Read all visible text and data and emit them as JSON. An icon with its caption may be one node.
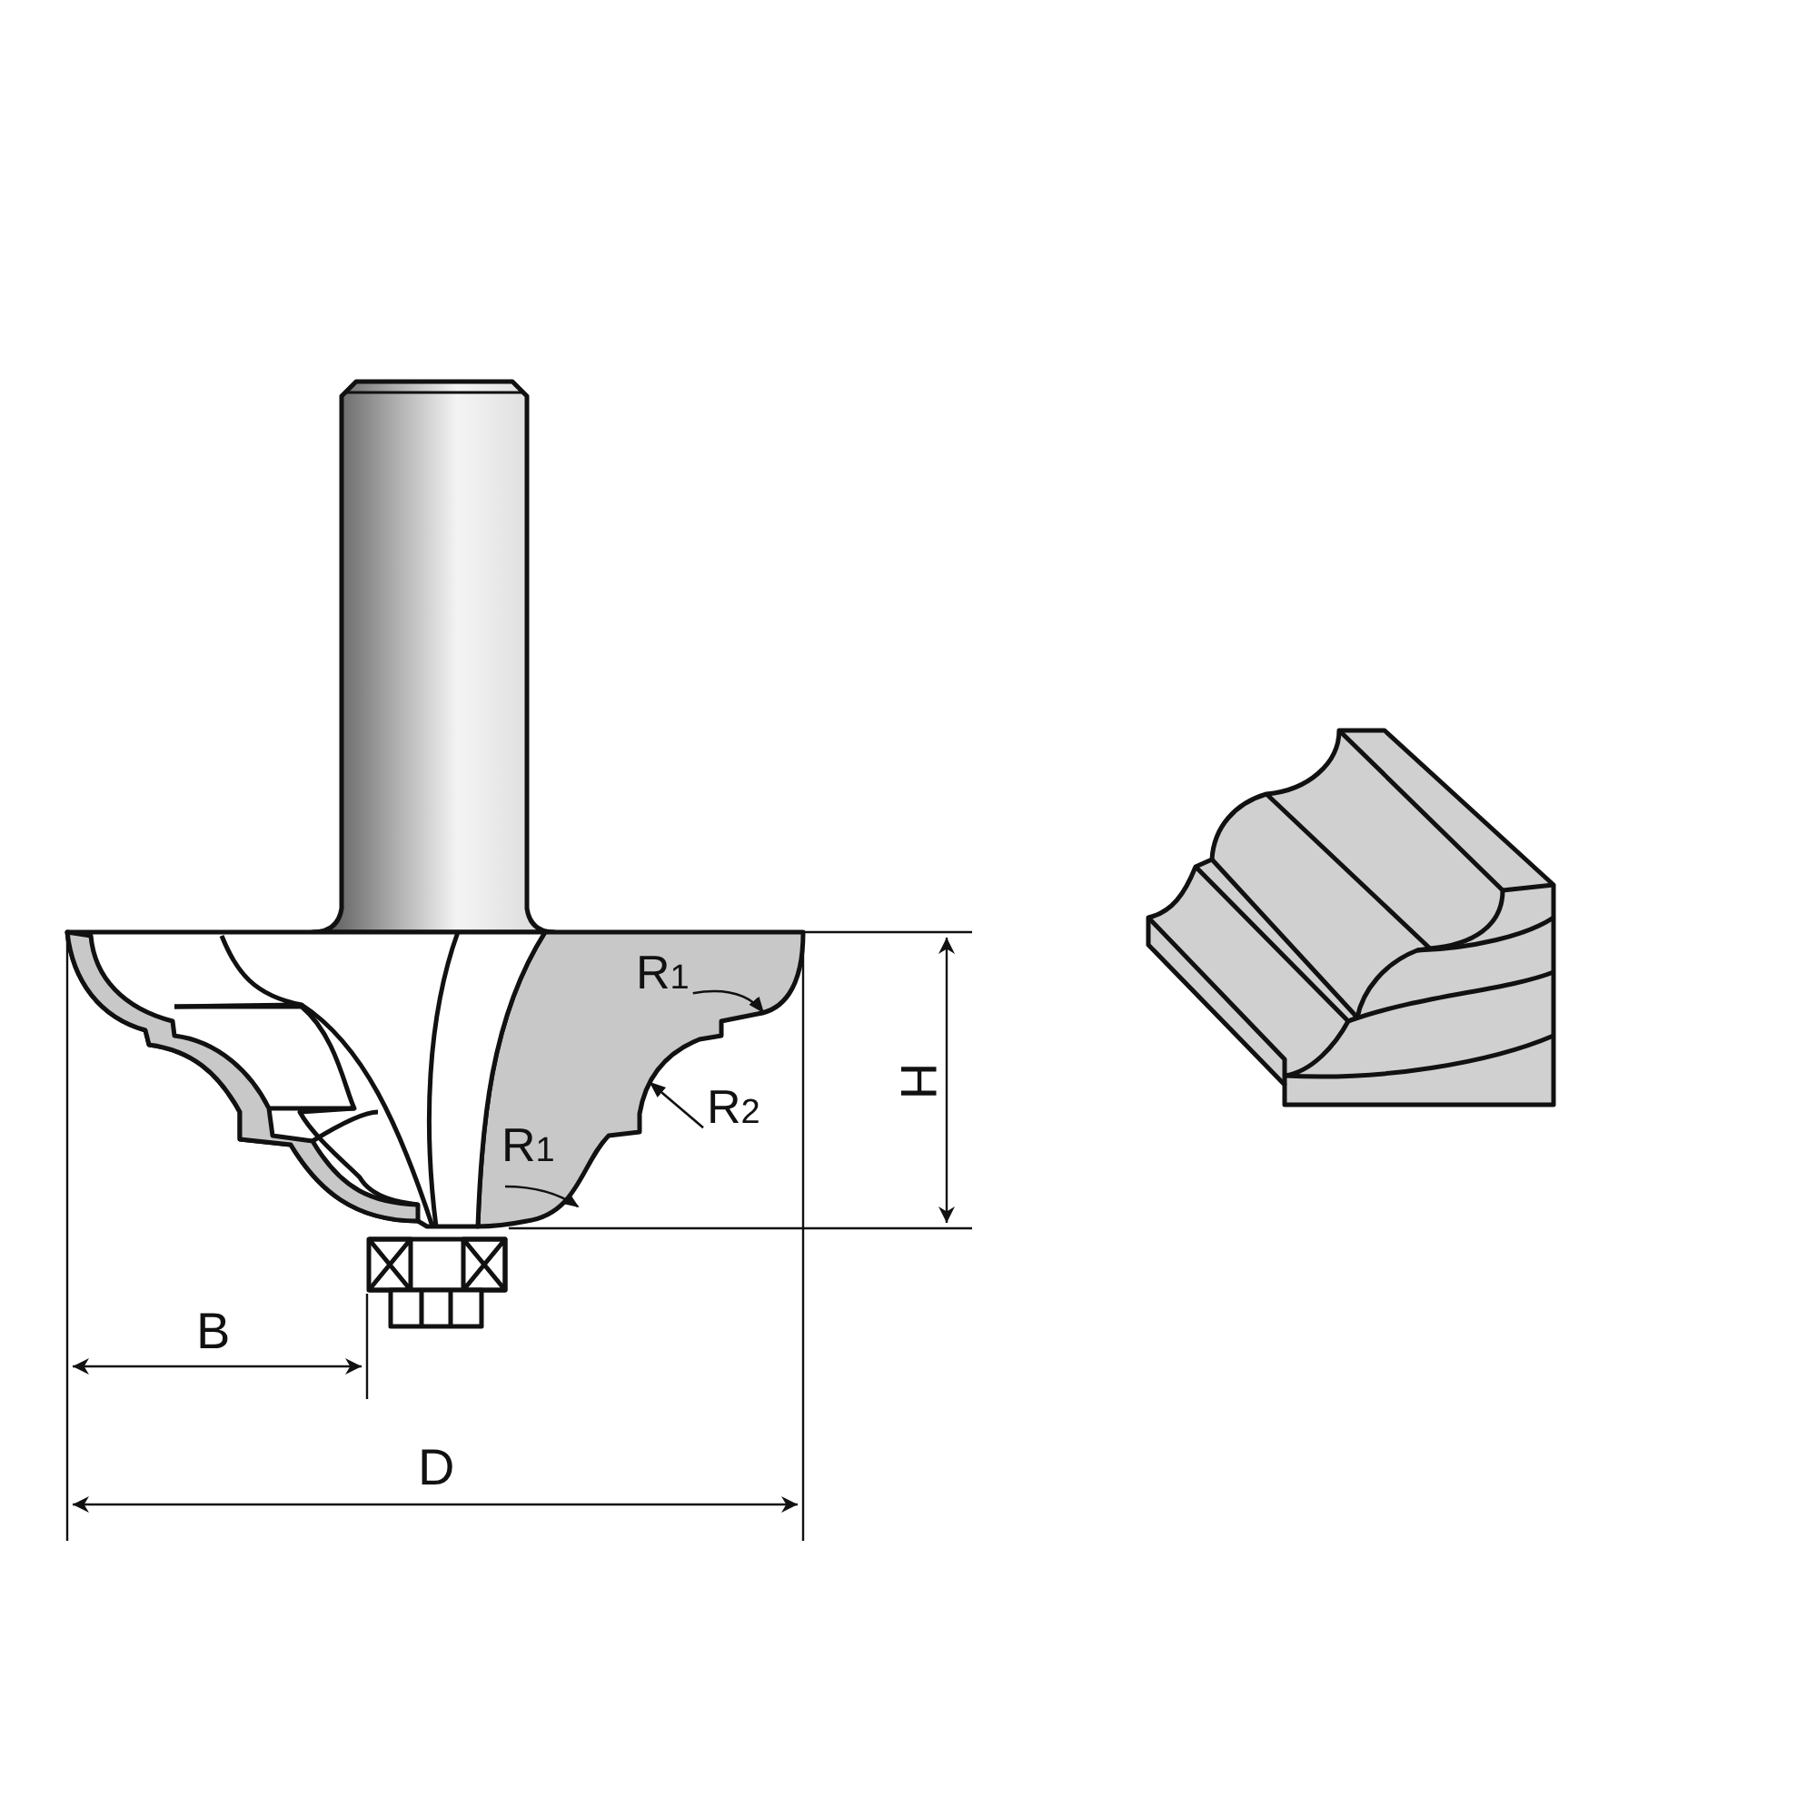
{
  "diagram": {
    "nodes": [
      {
        "text": [
          "R$_{1}$"
        ]
      },
      {
        "text": [
          "R$_{2}$"
        ]
      },
      {
        "text": [
          "R$_{1}$"
        ]
      }
    ],
    "edges": [
      {
        "from": 0,
        "to": null,
        "arrow": "to"
      },
      {
        "from": 1,
        "to": null,
        "arrow": "to"
      },
      {
        "from": 2,
        "to": null,
        "arrow": "to"
      }
    ],
    "labels": [
      "H",
      "B",
      "D"
    ]
  }
}
